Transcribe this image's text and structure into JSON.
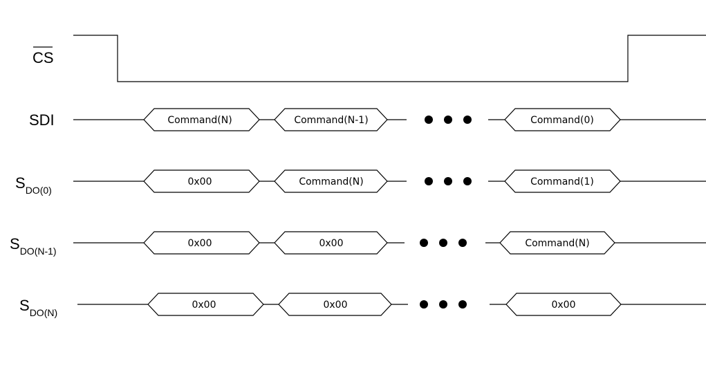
{
  "signals": [
    {
      "id": "cs",
      "label": "CS",
      "overbar": true
    },
    {
      "id": "sdi",
      "label": "SDI",
      "segments": [
        "Command(N)",
        "Command(N-1)",
        "Command(0)"
      ]
    },
    {
      "id": "sdo0",
      "label": "S",
      "subscript": "DO(0)",
      "segments": [
        "0x00",
        "Command(N)",
        "Command(1)"
      ]
    },
    {
      "id": "sdon1",
      "label": "S",
      "subscript": "DO(N-1)",
      "segments": [
        "0x00",
        "0x00",
        "Command(N)"
      ]
    },
    {
      "id": "sdon",
      "label": "S",
      "subscript": "DO(N)",
      "segments": [
        "0x00",
        "0x00",
        "0x00"
      ]
    }
  ]
}
